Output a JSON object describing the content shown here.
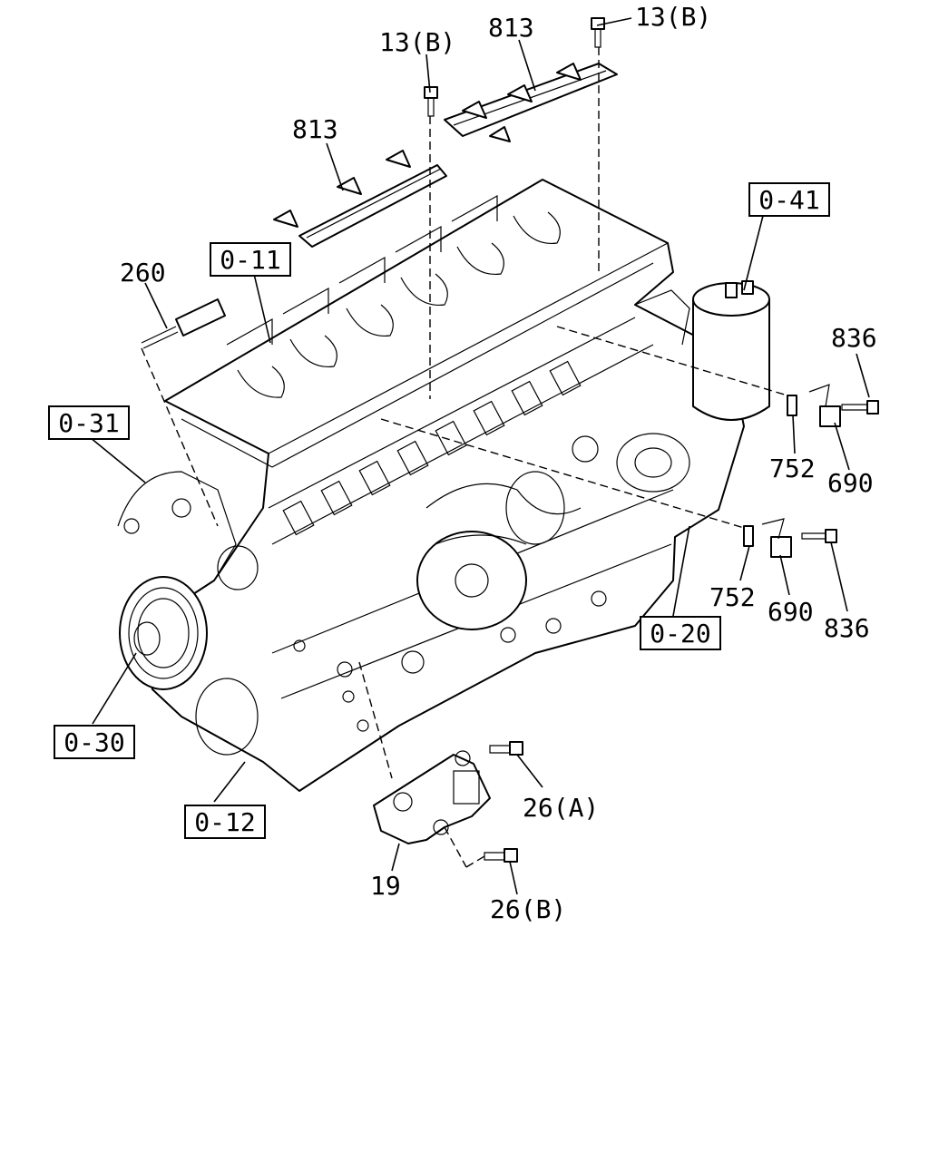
{
  "callouts": {
    "c_0_41": "0-41",
    "c_0_11": "0-11",
    "c_0_31": "0-31",
    "c_0_20": "0-20",
    "c_0_30": "0-30",
    "c_0_12": "0-12"
  },
  "labels": {
    "l_13b_top": "13(B)",
    "l_13b_left": "13(B)",
    "l_813_top": "813",
    "l_813_left": "813",
    "l_260": "260",
    "l_836_upper": "836",
    "l_752_upper": "752",
    "l_690_upper": "690",
    "l_752_lower": "752",
    "l_690_lower": "690",
    "l_836_lower": "836",
    "l_26a": "26(A)",
    "l_19": "19",
    "l_26b": "26(B)"
  }
}
